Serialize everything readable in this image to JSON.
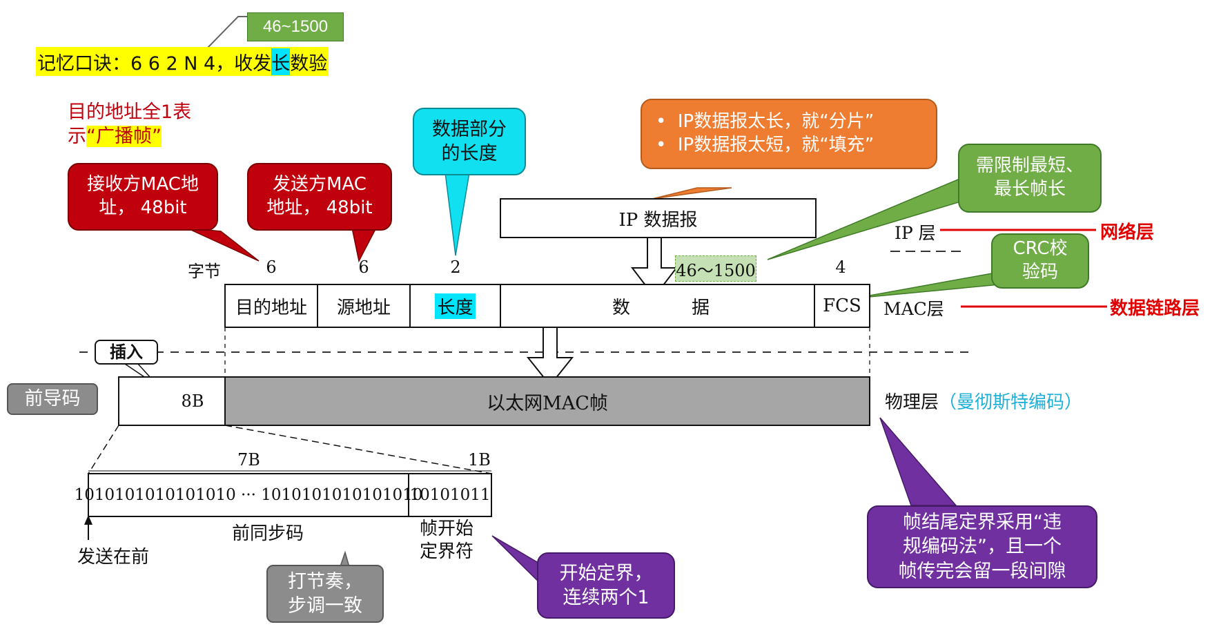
{
  "header": {
    "range_badge": "46~1500",
    "mnemonic_prefix": "记忆口诀：6 6 2 N 4，收发",
    "mnemonic_highlight": "长",
    "mnemonic_suffix": "数验"
  },
  "broadcast_note": {
    "line1": "目的地址全1表",
    "line2_prefix": "示",
    "line2_highlight": "“广播帧”"
  },
  "callouts": {
    "receiver_mac": {
      "line1": "接收方MAC地",
      "line2": "址， 48bit"
    },
    "sender_mac": {
      "line1": "发送方MAC",
      "line2": "地址， 48bit"
    },
    "length_desc": {
      "line1": "数据部分",
      "line2": "的长度"
    },
    "ip_fragment": {
      "bullet1": "IP数据报太长，就“分片”",
      "bullet2": "IP数据报太短，就“填充”"
    },
    "frame_limit": {
      "line1": "需限制最短、",
      "line2": "最长帧长"
    },
    "crc": {
      "line1": "CRC校",
      "line2": "验码"
    },
    "preamble": "前导码",
    "insert": "插入",
    "rhythm": {
      "line1": "打节奏，",
      "line2": "步调一致"
    },
    "start_delim": {
      "line1": "开始定界，",
      "line2": "连续两个1"
    },
    "end_delim": {
      "line1": "帧结尾定界采用“违",
      "line2": "规编码法”，且一个",
      "line3": "帧传完会留一段间隙"
    }
  },
  "diagram": {
    "ip_datagram": "IP 数据报",
    "data_range": "46～1500",
    "byte_label": "字节",
    "byte_counts": [
      "6",
      "6",
      "2",
      "4"
    ],
    "fields": [
      "目的地址",
      "源地址",
      "长度",
      "数",
      "据",
      "FCS"
    ],
    "mac_frame": "以太网MAC帧",
    "preamble_size": "8B",
    "sync_size": "7B",
    "sfd_size": "1B",
    "sync_bits": "1010101010101010 ··· 1010101010101010",
    "sfd_bits": "10101011",
    "sync_label": "前同步码",
    "sfd_label_line1": "帧开始",
    "sfd_label_line2": "定界符",
    "send_first": "发送在前"
  },
  "layers": {
    "ip_layer": "IP 层",
    "network_layer": "网络层",
    "mac_layer": "MAC层",
    "datalink_layer": "数据链路层",
    "physical_layer": "物理层",
    "manchester": "（曼彻斯特编码）"
  },
  "colors": {
    "dark_red": "#c0000c",
    "cyan": "#11e0f0",
    "orange": "#ee7d31",
    "green": "#70ad47",
    "purple": "#7030a0",
    "gray": "#8c8c8c",
    "red_text": "#e00000",
    "yellow": "#ffff00",
    "highlight_cyan": "#00e5ff"
  }
}
